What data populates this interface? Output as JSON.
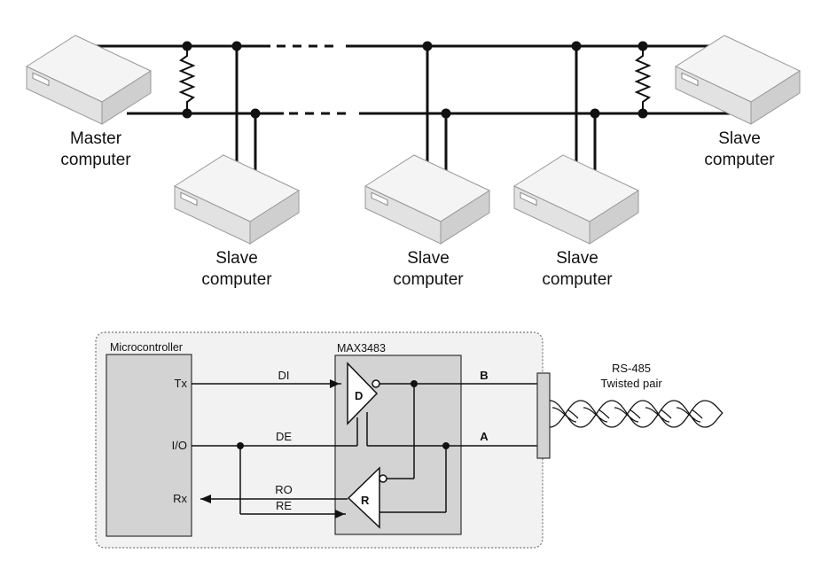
{
  "network": {
    "master_label": [
      "Master",
      "computer"
    ],
    "slave_right_label": [
      "Slave",
      "computer"
    ],
    "slave_1_label": [
      "Slave",
      "computer"
    ],
    "slave_2_label": [
      "Slave",
      "computer"
    ],
    "slave_3_label": [
      "Slave",
      "computer"
    ]
  },
  "circuit": {
    "microcontroller_title": "Microcontroller",
    "chip_title": "MAX3483",
    "pins": {
      "tx": "Tx",
      "io": "I/O",
      "rx": "Rx"
    },
    "signals": {
      "di": "DI",
      "de": "DE",
      "ro": "RO",
      "re": "RE"
    },
    "driver_symbol": "D",
    "receiver_symbol": "R",
    "lines": {
      "b": "B",
      "a": "A"
    },
    "cable_label": [
      "RS-485",
      "Twisted pair"
    ]
  },
  "colors": {
    "line": "#111111",
    "box_fill": "#d3d3d3",
    "panel_fill": "#f2f2f2",
    "computer_top": "#f4f4f4",
    "computer_side": "#cfcfcf",
    "computer_front": "#e2e2e2"
  }
}
